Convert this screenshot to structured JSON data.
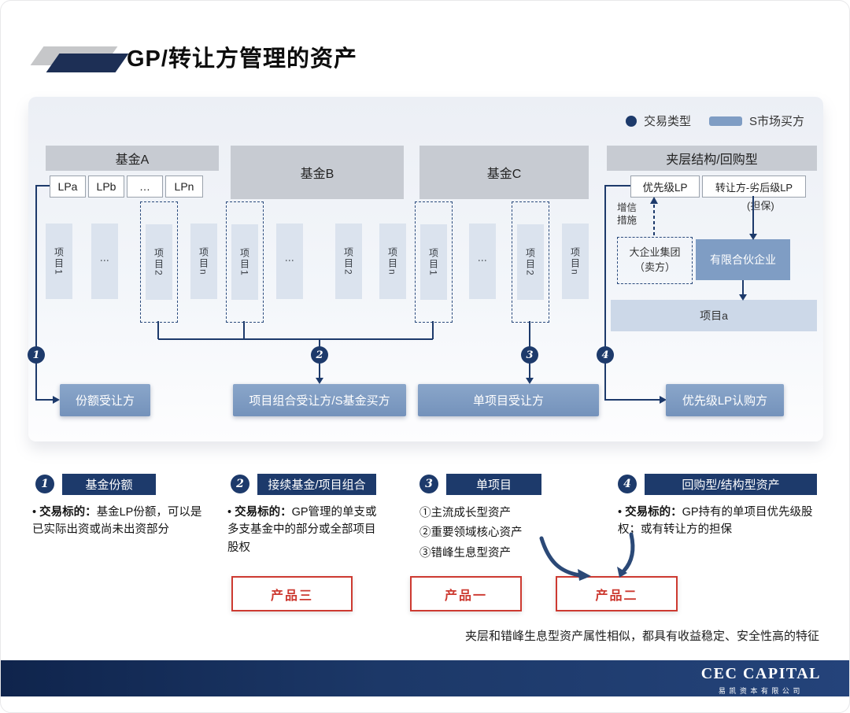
{
  "title": "GP/转让方管理的资产",
  "legend": {
    "transaction_type": "交易类型",
    "s_market_buyer": "S市场买方"
  },
  "funds": [
    {
      "name": "基金A",
      "lps": [
        "LPa",
        "LPb",
        "…",
        "LPn"
      ],
      "projects": [
        {
          "label": "项目1",
          "dashed": false
        },
        {
          "label": "⋮",
          "dashed": false
        },
        {
          "label": "项目2",
          "dashed": true
        },
        {
          "label": "项目n",
          "dashed": false
        }
      ]
    },
    {
      "name": "基金B",
      "projects": [
        {
          "label": "项目1",
          "dashed": true
        },
        {
          "label": "⋮",
          "dashed": false
        },
        {
          "label": "项目2",
          "dashed": false
        },
        {
          "label": "项目n",
          "dashed": false
        }
      ]
    },
    {
      "name": "基金C",
      "projects": [
        {
          "label": "项目1",
          "dashed": true
        },
        {
          "label": "⋮",
          "dashed": false
        },
        {
          "label": "项目2",
          "dashed": true
        },
        {
          "label": "项目n",
          "dashed": false
        }
      ]
    }
  ],
  "mezzanine": {
    "header": "夹层结构/回购型",
    "priority_lp": "优先级LP",
    "subordinate_lp": "转让方-劣后级LP",
    "guarantee": "(担保)",
    "credit_enhancement": "增信措施",
    "seller_line1": "大企业集团",
    "seller_line2": "（卖方）",
    "partnership": "有限合伙企业",
    "project": "项目a"
  },
  "buyers": [
    {
      "num": "1",
      "label": "份额受让方"
    },
    {
      "num": "2",
      "label": "项目组合受让方/S基金买方"
    },
    {
      "num": "3",
      "label": "单项目受让方"
    },
    {
      "num": "4",
      "label": "优先级LP认购方"
    }
  ],
  "categories": [
    {
      "num": "1",
      "header": "基金份额",
      "bullet": "•",
      "lead": "交易标的：",
      "body": "基金LP份额，可以是已实际出资或尚未出资部分"
    },
    {
      "num": "2",
      "header": "接续基金/项目组合",
      "bullet": "•",
      "lead": "交易标的：",
      "body": "GP管理的单支或多支基金中的部分或全部项目股权"
    },
    {
      "num": "3",
      "header": "单项目",
      "items": [
        "①主流成长型资产",
        "②重要领域核心资产",
        "③错峰生息型资产"
      ]
    },
    {
      "num": "4",
      "header": "回购型/结构型资产",
      "bullet": "•",
      "lead": "交易标的：",
      "body": "GP持有的单项目优先级股权；或有转让方的担保"
    }
  ],
  "products": [
    "产品三",
    "产品一",
    "产品二"
  ],
  "note": "夹层和错峰生息型资产属性相似，都具有收益稳定、安全性高的特征",
  "footer": {
    "logo": "CEC CAPITAL",
    "company": "易凯资本有限公司"
  },
  "colors": {
    "navy": "#1d3a6b",
    "steel": "#7f9dc4",
    "red": "#cd3a31",
    "fund_header": "#c7cbd2",
    "project_fill": "#dbe3ee"
  }
}
